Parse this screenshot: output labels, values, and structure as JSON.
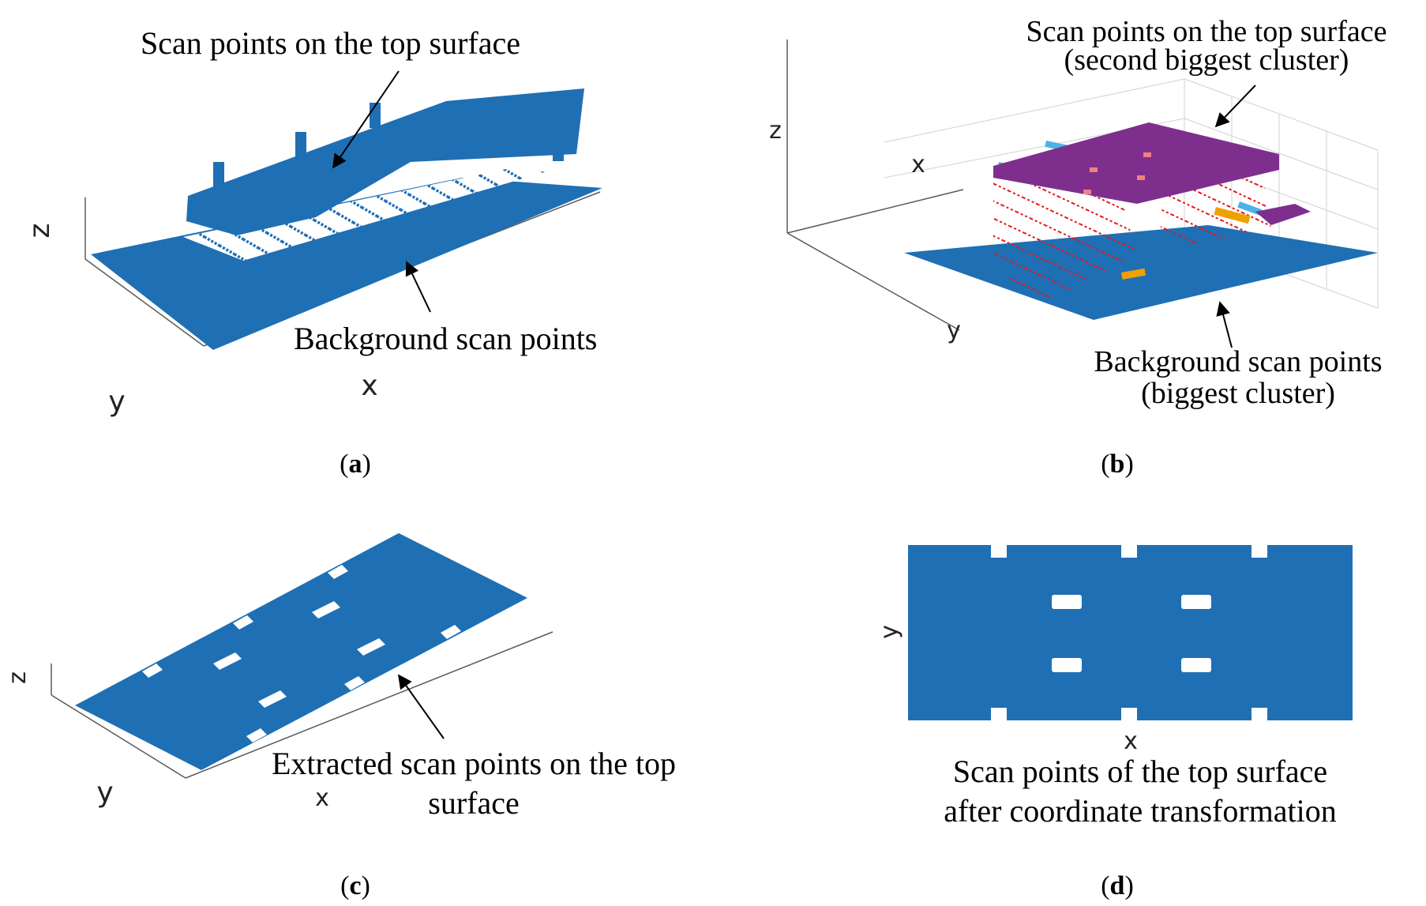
{
  "colors": {
    "blue": "#1f6fb4",
    "purple": "#7e2f8e",
    "red": "#e8161b",
    "orange": "#f0a000",
    "cyan": "#4db3e6",
    "axis": "#5a5a5a",
    "grid": "#d2d2d2"
  },
  "panel_a": {
    "annotation_top": "Scan points on the top surface",
    "annotation_bottom": "Background scan points",
    "axis_z": "z",
    "axis_y": "y",
    "axis_x": "x",
    "caption_letter": "a"
  },
  "panel_b": {
    "annotation_top_line1": "Scan points on the top surface",
    "annotation_top_line2": "(second biggest cluster)",
    "annotation_bottom_line1": "Background scan points",
    "annotation_bottom_line2": "(biggest  cluster)",
    "axis_z": "z",
    "axis_x": "x",
    "axis_y": "y",
    "caption_letter": "b"
  },
  "panel_c": {
    "annotation_line1": "Extracted scan points on the top",
    "annotation_line2": "surface",
    "axis_z": "z",
    "axis_y": "y",
    "axis_x": "x",
    "caption_letter": "c"
  },
  "panel_d": {
    "annotation_line1": "Scan points of the top surface",
    "annotation_line2": "after coordinate transformation",
    "axis_y": "y",
    "axis_x": "x",
    "caption_letter": "d"
  }
}
